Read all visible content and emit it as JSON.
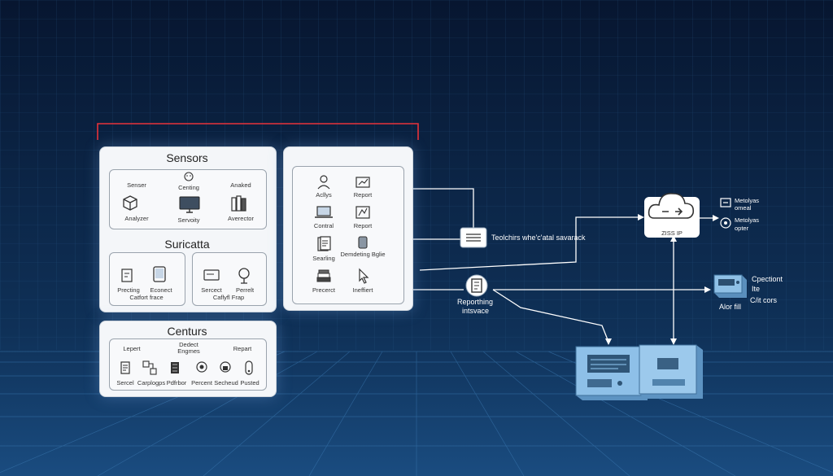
{
  "sensors": {
    "title": "Sensors",
    "items": [
      {
        "top": "Senser",
        "bottom": "Analyzer"
      },
      {
        "top": "Centing",
        "bottom": "Servoity"
      },
      {
        "top": "Anaked",
        "bottom": "Averector"
      }
    ]
  },
  "suricata": {
    "title": "Suricatta",
    "left": {
      "a": "Precting",
      "b": "Econect",
      "c": "Catfort frace"
    },
    "right": {
      "a": "Sercect",
      "b": "Perrelt",
      "c": "Caflyfl Frap"
    }
  },
  "middle": {
    "items": [
      {
        "label": "Acllys"
      },
      {
        "label": "Report"
      },
      {
        "label": "Contral"
      },
      {
        "label": "Report"
      },
      {
        "label": "Searling"
      },
      {
        "label": "Demdeting Bglie"
      },
      {
        "label": "Precerct"
      },
      {
        "label": "Ineffiert"
      }
    ]
  },
  "centurs": {
    "title": "Centurs",
    "top": [
      {
        "label": "Lepert"
      },
      {
        "label": "Dedect Engmes"
      },
      {
        "label": "Repart"
      }
    ],
    "bottom": [
      "Sercel",
      "Carplogps",
      "Pdfrbor",
      "Percent",
      "Secheud",
      "Pusted"
    ]
  },
  "flow": {
    "tracking": "Teolchirs whe'c'atal savarack",
    "reporting_a": "Reporthing",
    "reporting_b": "intsvace",
    "cloud_label": "ZISS IP",
    "metrics_1a": "Metolyas",
    "metrics_1b": "omeal",
    "metrics_2a": "Metolyas",
    "metrics_2b": "opter",
    "cpection_a": "Cpectiont",
    "cpection_b": "Ite",
    "cpection_c": "C/it cors",
    "alor": "Alor fill"
  },
  "colors": {
    "accent_red": "#e8323a",
    "panel": "#f4f6f9",
    "device": "#7fb0d8",
    "bg": "#0a1f3a"
  }
}
